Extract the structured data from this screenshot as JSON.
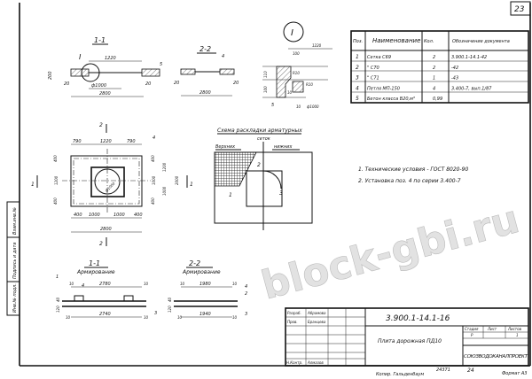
{
  "sheet_number": "23",
  "watermark": "block-gbi.ru",
  "views": {
    "section_1_1": {
      "title": "1-1",
      "callout": "I",
      "dim_top": "1220",
      "dim_height": "200",
      "dim_hole": "ф1000",
      "dim_total": "2800",
      "dim_left": "20",
      "dim_right": "20",
      "pos": "5"
    },
    "section_2_2": {
      "title": "2-2",
      "pos": "4",
      "dim_total": "2800",
      "dim_left": "20",
      "dim_right": "20"
    },
    "detail_I": {
      "title": "I",
      "dim_top": "1220",
      "dim_100": "100",
      "dim_a": "110",
      "dim_b": "100",
      "r1": "R10",
      "r2": "R10",
      "d10": "10",
      "d10b": "10",
      "hole": "ф1000",
      "pos": "5"
    },
    "plan": {
      "title": "2",
      "dim_top": [
        "790",
        "1220",
        "790"
      ],
      "dim_bottom": [
        "400",
        "1000",
        "1000",
        "400"
      ],
      "dim_total": "2800",
      "dim_left": [
        "400",
        "1200",
        "400"
      ],
      "dim_right_inner": [
        "400",
        "1000",
        "400"
      ],
      "dim_right_mid": [
        "1200",
        "1000"
      ],
      "dim_right_total": "2000",
      "hole": "ф1000",
      "pos": "4",
      "cut1_left": "1",
      "cut1_right": "1",
      "cut2_top": "2",
      "cut2_bottom": "2"
    },
    "arm_1_1": {
      "title": "1-1",
      "subtitle": "Армирование",
      "dim_top": "2780",
      "dim_bottom": "2740",
      "d10": [
        "10",
        "10",
        "10",
        "10"
      ],
      "d_left": [
        "40",
        "120"
      ],
      "pos": [
        "1",
        "4",
        "3"
      ]
    },
    "arm_2_2": {
      "title": "2-2",
      "subtitle": "Армирование",
      "dim_top": "1980",
      "dim_bottom": "1940",
      "d10": [
        "10",
        "10",
        "10",
        "10"
      ],
      "d_left": [
        "40",
        "120"
      ],
      "pos": [
        "4",
        "2",
        "3"
      ]
    }
  },
  "scheme": {
    "title_line1": "Схема раскладки арматурных",
    "title_line2": "сеток",
    "upper": "Верхних",
    "lower": "нижних",
    "labels": [
      "1",
      "2",
      "3"
    ]
  },
  "notes": [
    "1. Технические условия - ГОСТ 8020-90",
    "2. Установка поз. 4 по серии 3.400-7"
  ],
  "spec_table": {
    "headers": [
      "Поз.",
      "Наименование",
      "Кол.",
      "Обозначение документа"
    ],
    "rows": [
      [
        "1",
        "Сетка С69",
        "2",
        "3.900.1-14.1-42"
      ],
      [
        "2",
        "\"     С70",
        "2",
        "-42"
      ],
      [
        "3",
        "\"     С71",
        "1",
        "-43"
      ],
      [
        "4",
        "Петля МП-150",
        "4",
        "3.400-7, вып.1/87"
      ],
      [
        "5",
        "Бетон класса В20,м³",
        "0,99",
        ""
      ]
    ]
  },
  "title_block": {
    "roles": [
      "Разраб.",
      "Пров.",
      "Н.Контр."
    ],
    "names": [
      "Абрамова",
      "Бранцева",
      "Алмазов"
    ],
    "code": "3.900.1-14.1-16",
    "name": "Плита дорожная ПД10",
    "stage_headers": [
      "Стадия",
      "Лист",
      "Листов"
    ],
    "stage_values": [
      "Р",
      "",
      "1"
    ],
    "organization": "СОЮЗВОДОКАНАЛПРОЕКТ",
    "copier": "Копир. Гальденбаум",
    "order": "24371",
    "sheet": "24",
    "format": "Формат А3"
  },
  "side_stamp": [
    "Инв.№ подл.",
    "Подпись и дата",
    "Взам.инв.№"
  ]
}
